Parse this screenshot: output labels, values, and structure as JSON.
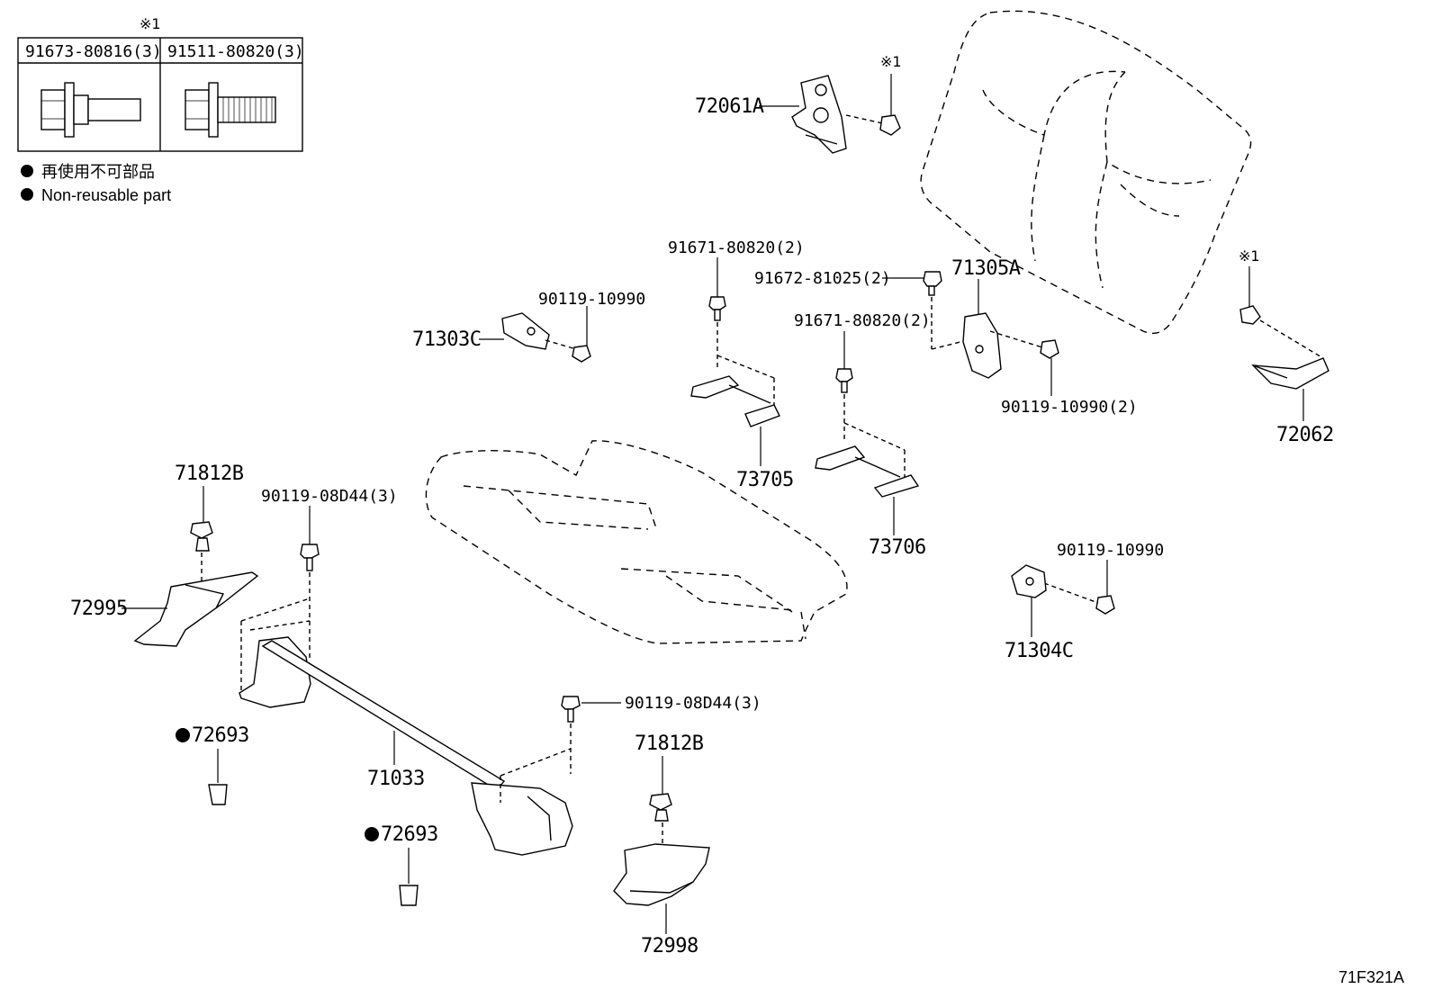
{
  "legend_table": {
    "ref_mark": "※1",
    "col1_part": "91673-80816(3)",
    "col2_part": "91511-80820(3)"
  },
  "notes": {
    "jp": "再使用不可部品",
    "en": "Non-reusable part"
  },
  "labels": {
    "p72061A": "72061A",
    "ref_72061A": "※1",
    "p71303C": "71303C",
    "p90119_10990_a": "90119-10990",
    "p91671_80820_a": "91671-80820(2)",
    "p91672_81025": "91672-81025(2)",
    "p71305A": "71305A",
    "p91671_80820_b": "91671-80820(2)",
    "p90119_10990_2": "90119-10990(2)",
    "ref_72062": "※1",
    "p72062": "72062",
    "p73705": "73705",
    "p73706": "73706",
    "p71812B_a": "71812B",
    "p90119_08D44_a": "90119-08D44(3)",
    "p72995": "72995",
    "p90119_10990_b": "90119-10990",
    "p71304C": "71304C",
    "p72693_a": "72693",
    "p71033": "71033",
    "p90119_08D44_b": "90119-08D44(3)",
    "p71812B_b": "71812B",
    "p72693_b": "72693",
    "p72998": "72998",
    "diagram_code": "71F321A"
  }
}
